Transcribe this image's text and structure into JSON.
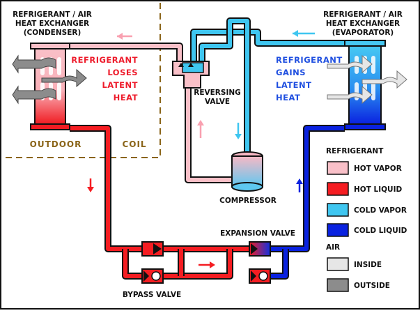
{
  "labels": {
    "condenser": [
      "REFRIGERANT / AIR",
      "HEAT EXCHANGER",
      "(CONDENSER)"
    ],
    "evaporator": [
      "REFRIGERANT / AIR",
      "HEAT EXCHANGER",
      "(EVAPORATOR)"
    ],
    "loses": [
      "REFRIGERANT",
      "LOSES",
      "LATENT",
      "HEAT"
    ],
    "gains": [
      "REFRIGERANT",
      "GAINS",
      "LATENT",
      "HEAT"
    ],
    "reversing_valve": [
      "REVERSING",
      "VALVE"
    ],
    "outdoor": "OUTDOOR",
    "coil": "COIL",
    "compressor": "COMPRESSOR",
    "expansion_valve": "EXPANSION VALVE",
    "bypass_valve": "BYPASS VALVE"
  },
  "legend": {
    "refrigerant_title": "REFRIGERANT",
    "air_title": "AIR",
    "items": [
      {
        "label": "HOT VAPOR",
        "color": "#f9c0c8"
      },
      {
        "label": "HOT LIQUID",
        "color": "#f51d22"
      },
      {
        "label": "COLD VAPOR",
        "color": "#3fc6f0"
      },
      {
        "label": "COLD LIQUID",
        "color": "#0a22e0"
      }
    ],
    "air_items": [
      {
        "label": "INSIDE",
        "color": "#e6e6e6"
      },
      {
        "label": "OUTSIDE",
        "color": "#8c8c8c"
      }
    ]
  },
  "colors": {
    "hot_vapor": "#f9c0c8",
    "hot_liquid": "#f51d22",
    "cold_vapor": "#3fc6f0",
    "cold_liquid": "#0a22e0",
    "dashed_border": "#8a6418"
  }
}
